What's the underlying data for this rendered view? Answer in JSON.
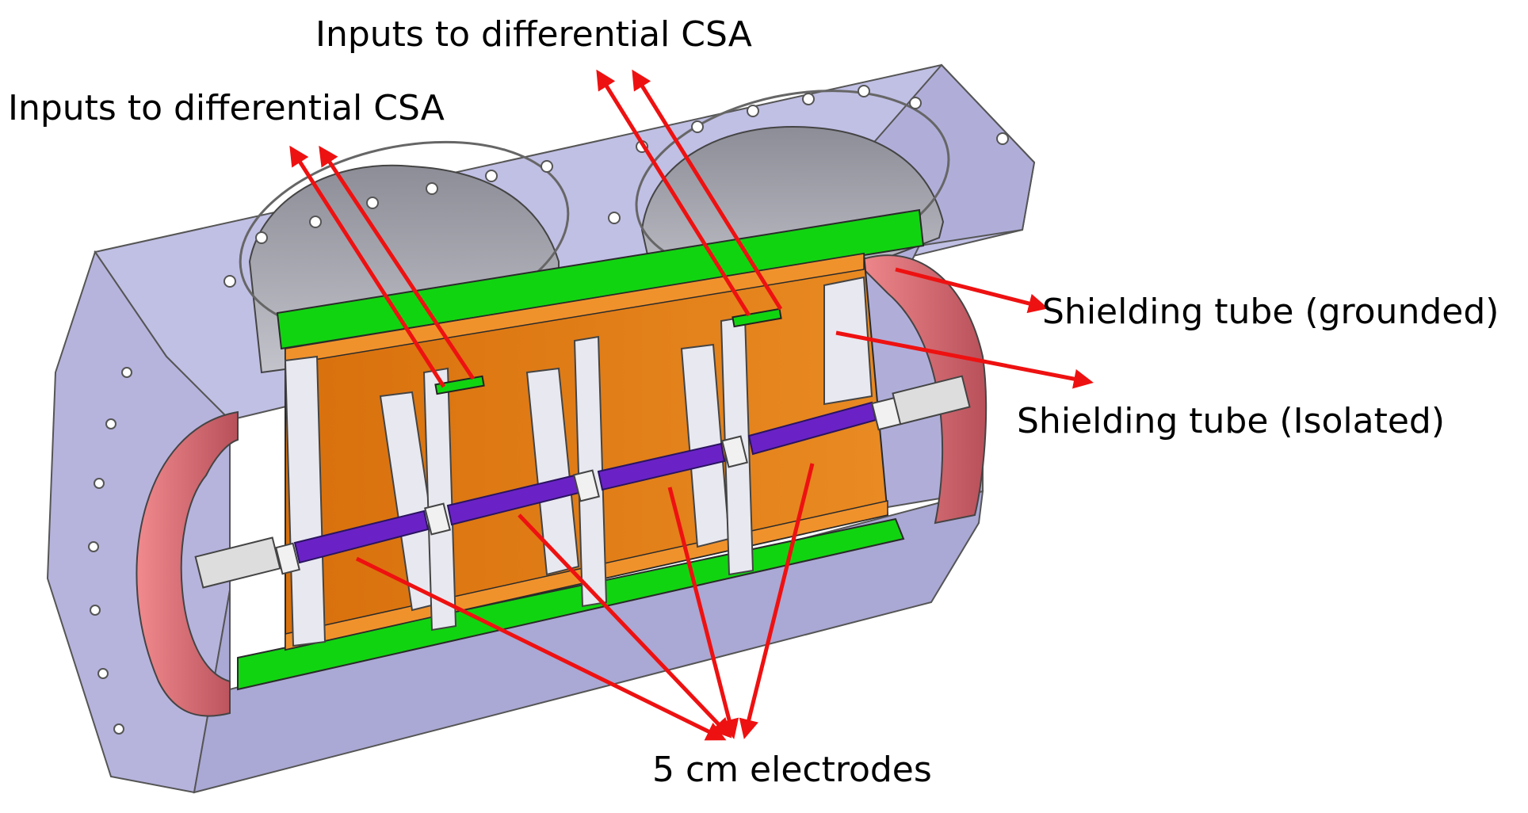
{
  "labels": {
    "csa_top": "Inputs to differential CSA",
    "csa_left": "Inputs to differential CSA",
    "grounded": "Shielding tube (grounded)",
    "isolated": "Shielding tube (Isolated)",
    "electrodes": "5 cm electrodes"
  },
  "colors": {
    "housing": "#b9b8e0",
    "housing_dark": "#9f9dc9",
    "inner_cavity": "#a8a8b3",
    "flange_ring": "#d8707a",
    "shield_grounded": "#11d411",
    "shield_isolated": "#e67a0f",
    "isolated_inner": "#cc6a10",
    "electrode": "#6a22c6",
    "support": "#e6e6ee",
    "arrow": "#ee1111"
  },
  "icons": [
    "arrow-annotation"
  ]
}
